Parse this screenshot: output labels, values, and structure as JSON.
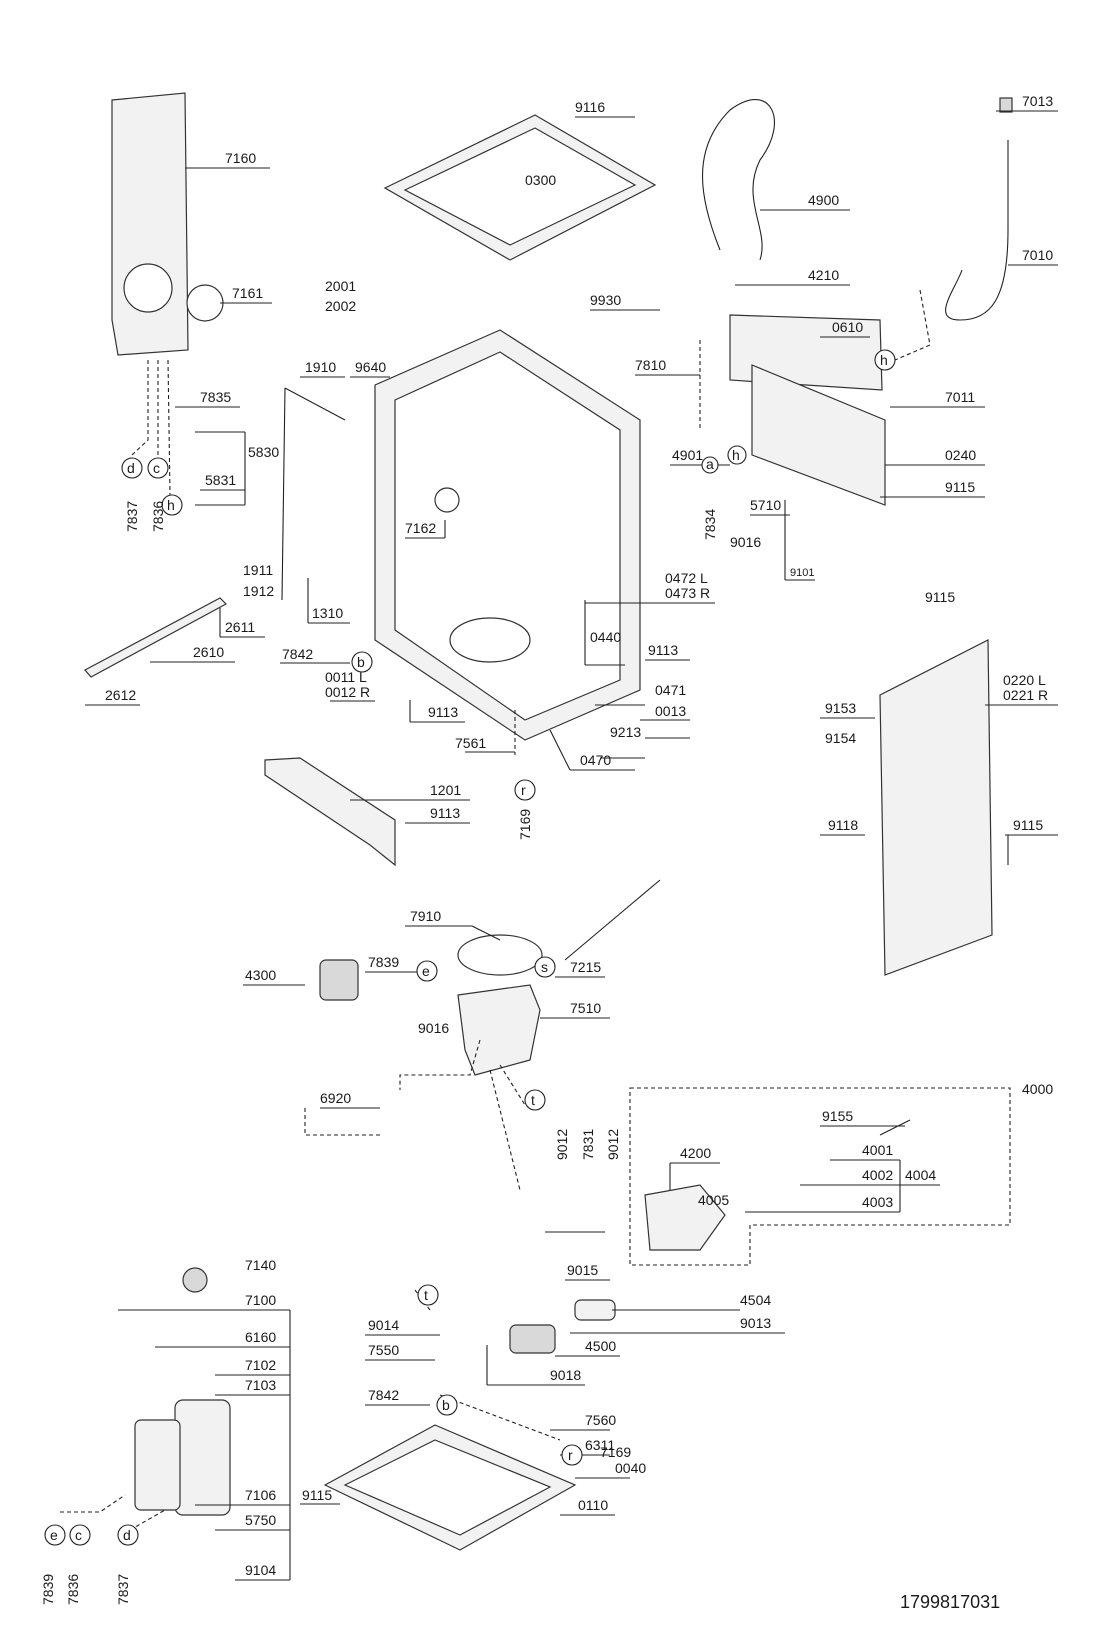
{
  "document_number": "1799817031",
  "parts": {
    "p9116": "9116",
    "p0300": "0300",
    "p4900": "4900",
    "p7013": "7013",
    "p7160": "7160",
    "p7010": "7010",
    "p4210": "4210",
    "p7161": "7161",
    "p2001": "2001",
    "p2002": "2002",
    "p9930": "9930",
    "p0610": "0610",
    "p1910": "1910",
    "p9640": "9640",
    "p7810": "7810",
    "p7835": "7835",
    "p7011": "7011",
    "p5830": "5830",
    "p4901": "4901",
    "p0240": "0240",
    "p5831": "5831",
    "p9115a": "9115",
    "p7162": "7162",
    "p5710": "5710",
    "p9016a": "9016",
    "p7834": "7834",
    "p7837a": "7837",
    "p7836a": "7836",
    "p9101": "9101",
    "p1911": "1911",
    "p1912": "1912",
    "p0472": "0472 L",
    "p0473": "0473 R",
    "p1310": "1310",
    "p9115b": "9115",
    "p2611": "2611",
    "p2610": "2610",
    "p0440": "0440",
    "p0220": "0220 L",
    "p0221": "0221 R",
    "p7842a": "7842",
    "p9113a": "9113",
    "p2612": "2612",
    "p0011": "0011 L",
    "p0012": "0012 R",
    "p0471": "0471",
    "p9153": "9153",
    "p9113b": "9113",
    "p0013": "0013",
    "p9154": "9154",
    "p7561": "7561",
    "p9213": "9213",
    "p0470": "0470",
    "p1201": "1201",
    "p9113c": "9113",
    "p7169a": "7169",
    "p9118": "9118",
    "p9115c": "9115",
    "p7910": "7910",
    "p7839a": "7839",
    "p4300": "4300",
    "p7215": "7215",
    "p9016b": "9016",
    "p7510": "7510",
    "p6920": "6920",
    "p4000": "4000",
    "p9155": "9155",
    "p9012a": "9012",
    "p7831": "7831",
    "p9012b": "9012",
    "p4200": "4200",
    "p4001": "4001",
    "p4002": "4002",
    "p4004": "4004",
    "p4005": "4005",
    "p4003": "4003",
    "p9015": "9015",
    "p7140": "7140",
    "p4504": "4504",
    "p7100": "7100",
    "p9014": "9014",
    "p9013": "9013",
    "p6160": "6160",
    "p4500": "4500",
    "p7550": "7550",
    "p9018": "9018",
    "p7102": "7102",
    "p7103": "7103",
    "p7842b": "7842",
    "p7560": "7560",
    "p6311": "6311",
    "p7169b": "7169",
    "p0040": "0040",
    "p9115d": "9115",
    "p7106": "7106",
    "p0110": "0110",
    "p5750": "5750",
    "p7839b": "7839",
    "p7836b": "7836",
    "p7837b": "7837",
    "p9104": "9104"
  },
  "callouts": {
    "a": "a",
    "b": "b",
    "c": "c",
    "d": "d",
    "e": "e",
    "h": "h",
    "r": "r",
    "s": "s",
    "t": "t"
  }
}
